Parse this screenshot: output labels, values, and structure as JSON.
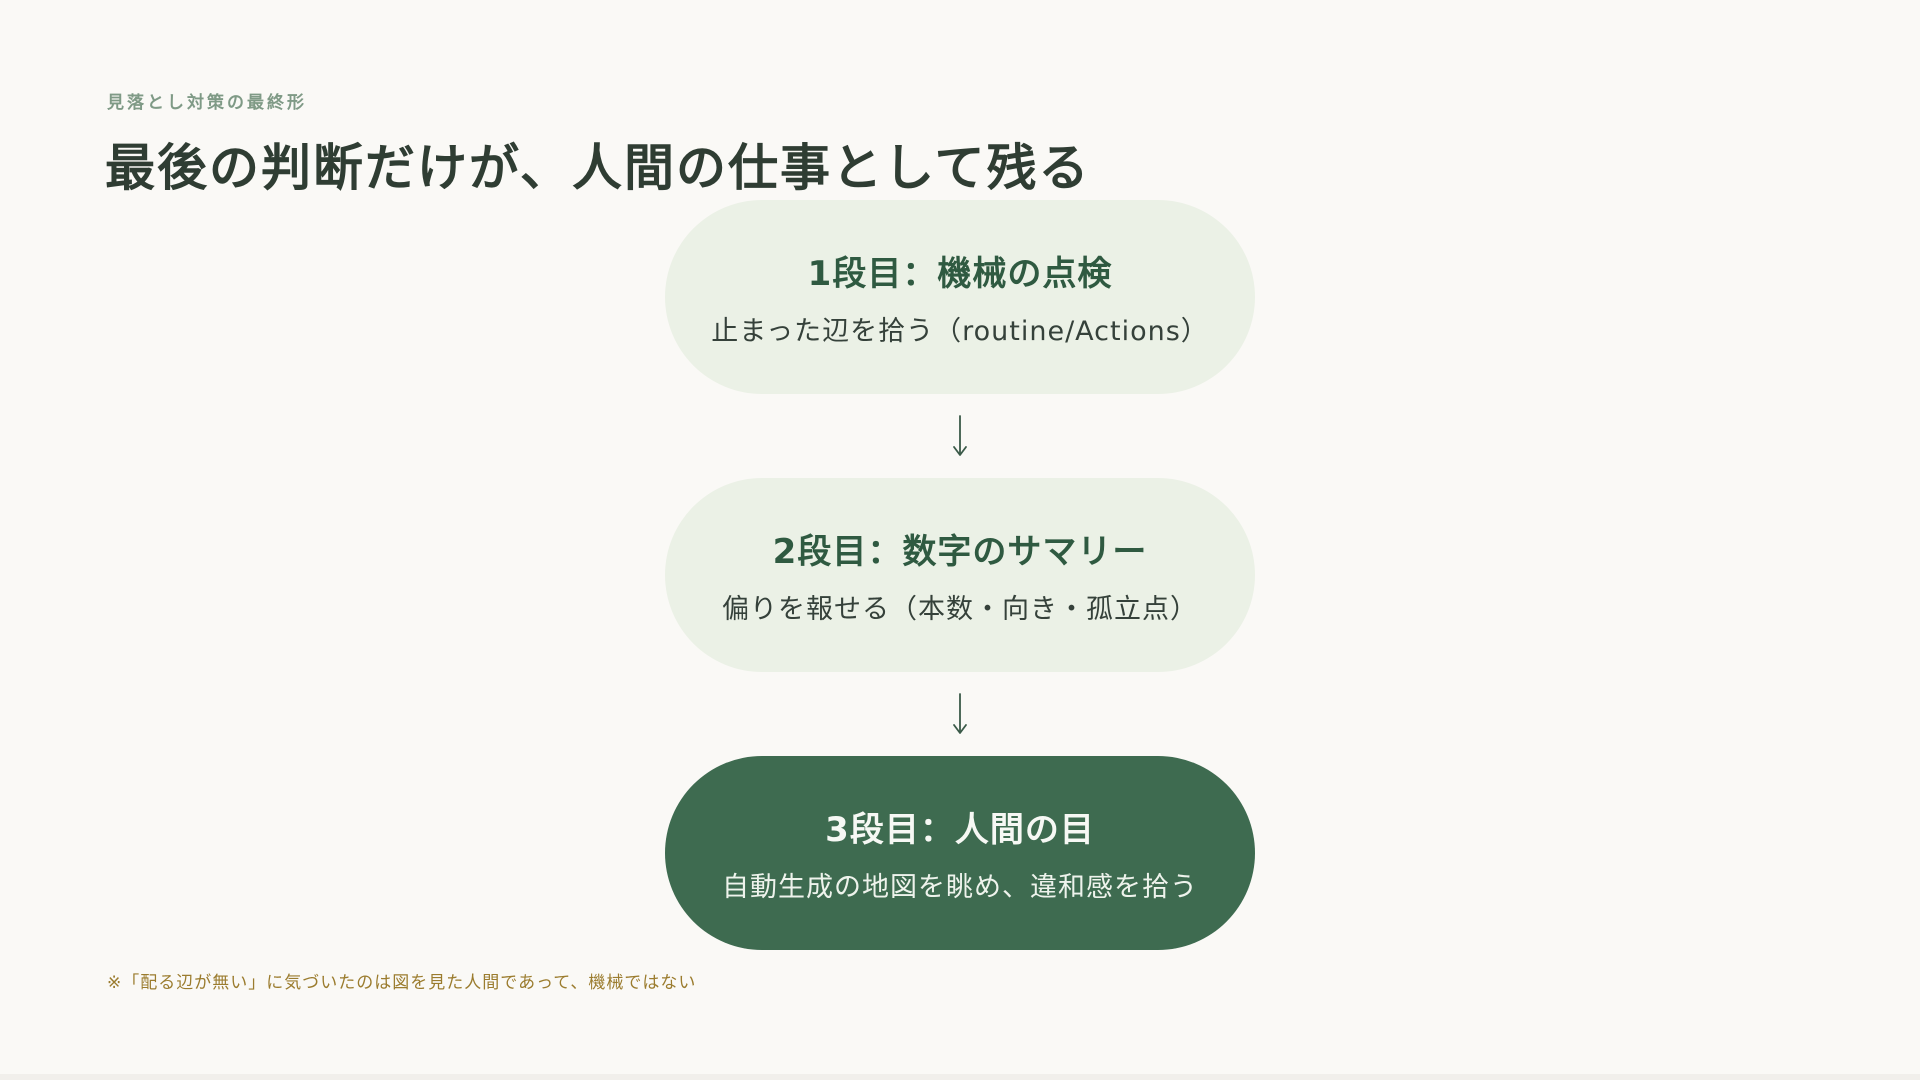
{
  "slide": {
    "eyebrow": "見落とし対策の最終形",
    "title": "最後の判断だけが、人間の仕事として残る",
    "stages": [
      {
        "name": "1段目：機械の点検",
        "desc": "止まった辺を拾う（routine/Actions）"
      },
      {
        "name": "2段目：数字のサマリー",
        "desc": "偏りを報せる（本数・向き・孤立点）"
      },
      {
        "name": "3段目：人間の目",
        "desc": "自動生成の地図を眺め、違和感を拾う"
      }
    ],
    "connector_icon": "arrow-down-icon",
    "footnote": "※「配る辺が無い」に気づいたのは図を見た人間であって、機械ではない"
  },
  "colors": {
    "background": "#faf9f6",
    "stage_fill": "#ebf1e6",
    "final_stage_fill": "#3e6b50",
    "accent_text": "#2f5a41",
    "eyebrow": "#7f9a86",
    "footnote": "#9b7c2e"
  }
}
